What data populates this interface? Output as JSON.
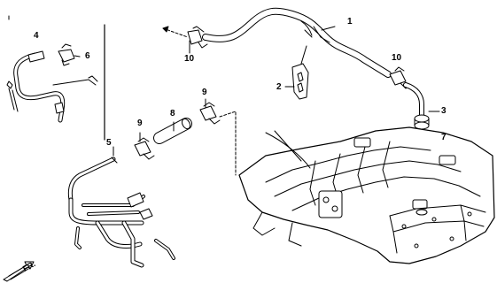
{
  "diagram": {
    "callouts": {
      "c1": "1",
      "c2": "2",
      "c3": "3",
      "c4": "4",
      "c5": "5",
      "c6": "6",
      "c7": "7",
      "c8": "8",
      "c9a": "9",
      "c9b": "9",
      "c10a": "10",
      "c10b": "10"
    },
    "direction_label": "FR.",
    "line_color": "#000000",
    "background": "#ffffff"
  }
}
